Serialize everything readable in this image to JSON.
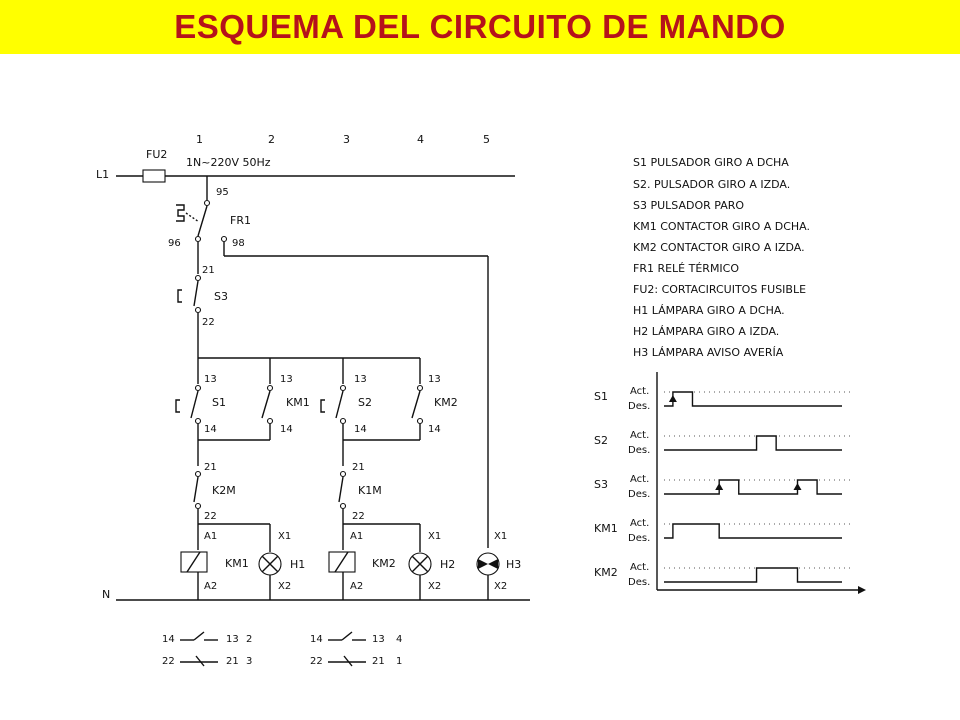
{
  "title": "ESQUEMA DEL CIRCUITO DE MANDO",
  "colors": {
    "title_bg": "#ffff00",
    "title_text": "#b5121b"
  },
  "diagram": {
    "columns": [
      "1",
      "2",
      "3",
      "4",
      "5"
    ],
    "supply": "1N~220V 50Hz",
    "line_label": "L1",
    "neutral_label": "N",
    "fuse": "FU2",
    "relay": "FR1",
    "relay_terms": [
      "95",
      "96",
      "98"
    ],
    "stop": {
      "name": "S3",
      "t1": "21",
      "t2": "22"
    },
    "branch1": {
      "s_name": "S1",
      "s_t1": "13",
      "s_t2": "14",
      "km_name": "KM1",
      "km_t1": "13",
      "km_t2": "14",
      "interlock": "K2M",
      "il_t1": "21",
      "il_t2": "22",
      "coil": "KM1",
      "coil_a1": "A1",
      "coil_a2": "A2",
      "lamp": "H1",
      "lamp_x1": "X1",
      "lamp_x2": "X2"
    },
    "branch2": {
      "s_name": "S2",
      "s_t1": "13",
      "s_t2": "14",
      "km_name": "KM2",
      "km_t1": "13",
      "km_t2": "14",
      "interlock": "K1M",
      "il_t1": "21",
      "il_t2": "22",
      "coil": "KM2",
      "coil_a1": "A1",
      "coil_a2": "A2",
      "lamp": "H2",
      "lamp_x1": "X1",
      "lamp_x2": "X2"
    },
    "branch3": {
      "lamp": "H3",
      "lamp_x1": "X1",
      "lamp_x2": "X2"
    },
    "contact_ref1": {
      "no_a": "14",
      "no_b": "13",
      "no_col": "2",
      "nc_a": "22",
      "nc_b": "21",
      "nc_col": "3"
    },
    "contact_ref2": {
      "no_a": "14",
      "no_b": "13",
      "no_col": "4",
      "nc_a": "22",
      "nc_b": "21",
      "nc_col": "1"
    }
  },
  "legend": [
    "S1  PULSADOR GIRO A DCHA",
    "S2. PULSADOR GIRO A IZDA.",
    "S3  PULSADOR PARO",
    "KM1  CONTACTOR GIRO A DCHA.",
    "KM2  CONTACTOR GIRO A IZDA.",
    "FR1  RELÉ TÉRMICO",
    "FU2: CORTACIRCUITOS FUSIBLE",
    "H1  LÁMPARA GIRO A DCHA.",
    "H2  LÁMPARA GIRO A IZDA.",
    "H3  LÁMPARA AVISO AVERÍA"
  ],
  "timing": {
    "act_label": "Act.",
    "des_label": "Des.",
    "signals": [
      {
        "name": "S1",
        "pulses": [
          [
            0.05,
            0.16
          ]
        ]
      },
      {
        "name": "S2",
        "pulses": [
          [
            0.52,
            0.63
          ]
        ]
      },
      {
        "name": "S3",
        "pulses": [
          [
            0.31,
            0.42
          ],
          [
            0.75,
            0.86
          ]
        ]
      },
      {
        "name": "KM1",
        "pulses": [
          [
            0.05,
            0.31
          ]
        ]
      },
      {
        "name": "KM2",
        "pulses": [
          [
            0.52,
            0.75
          ]
        ]
      }
    ]
  }
}
